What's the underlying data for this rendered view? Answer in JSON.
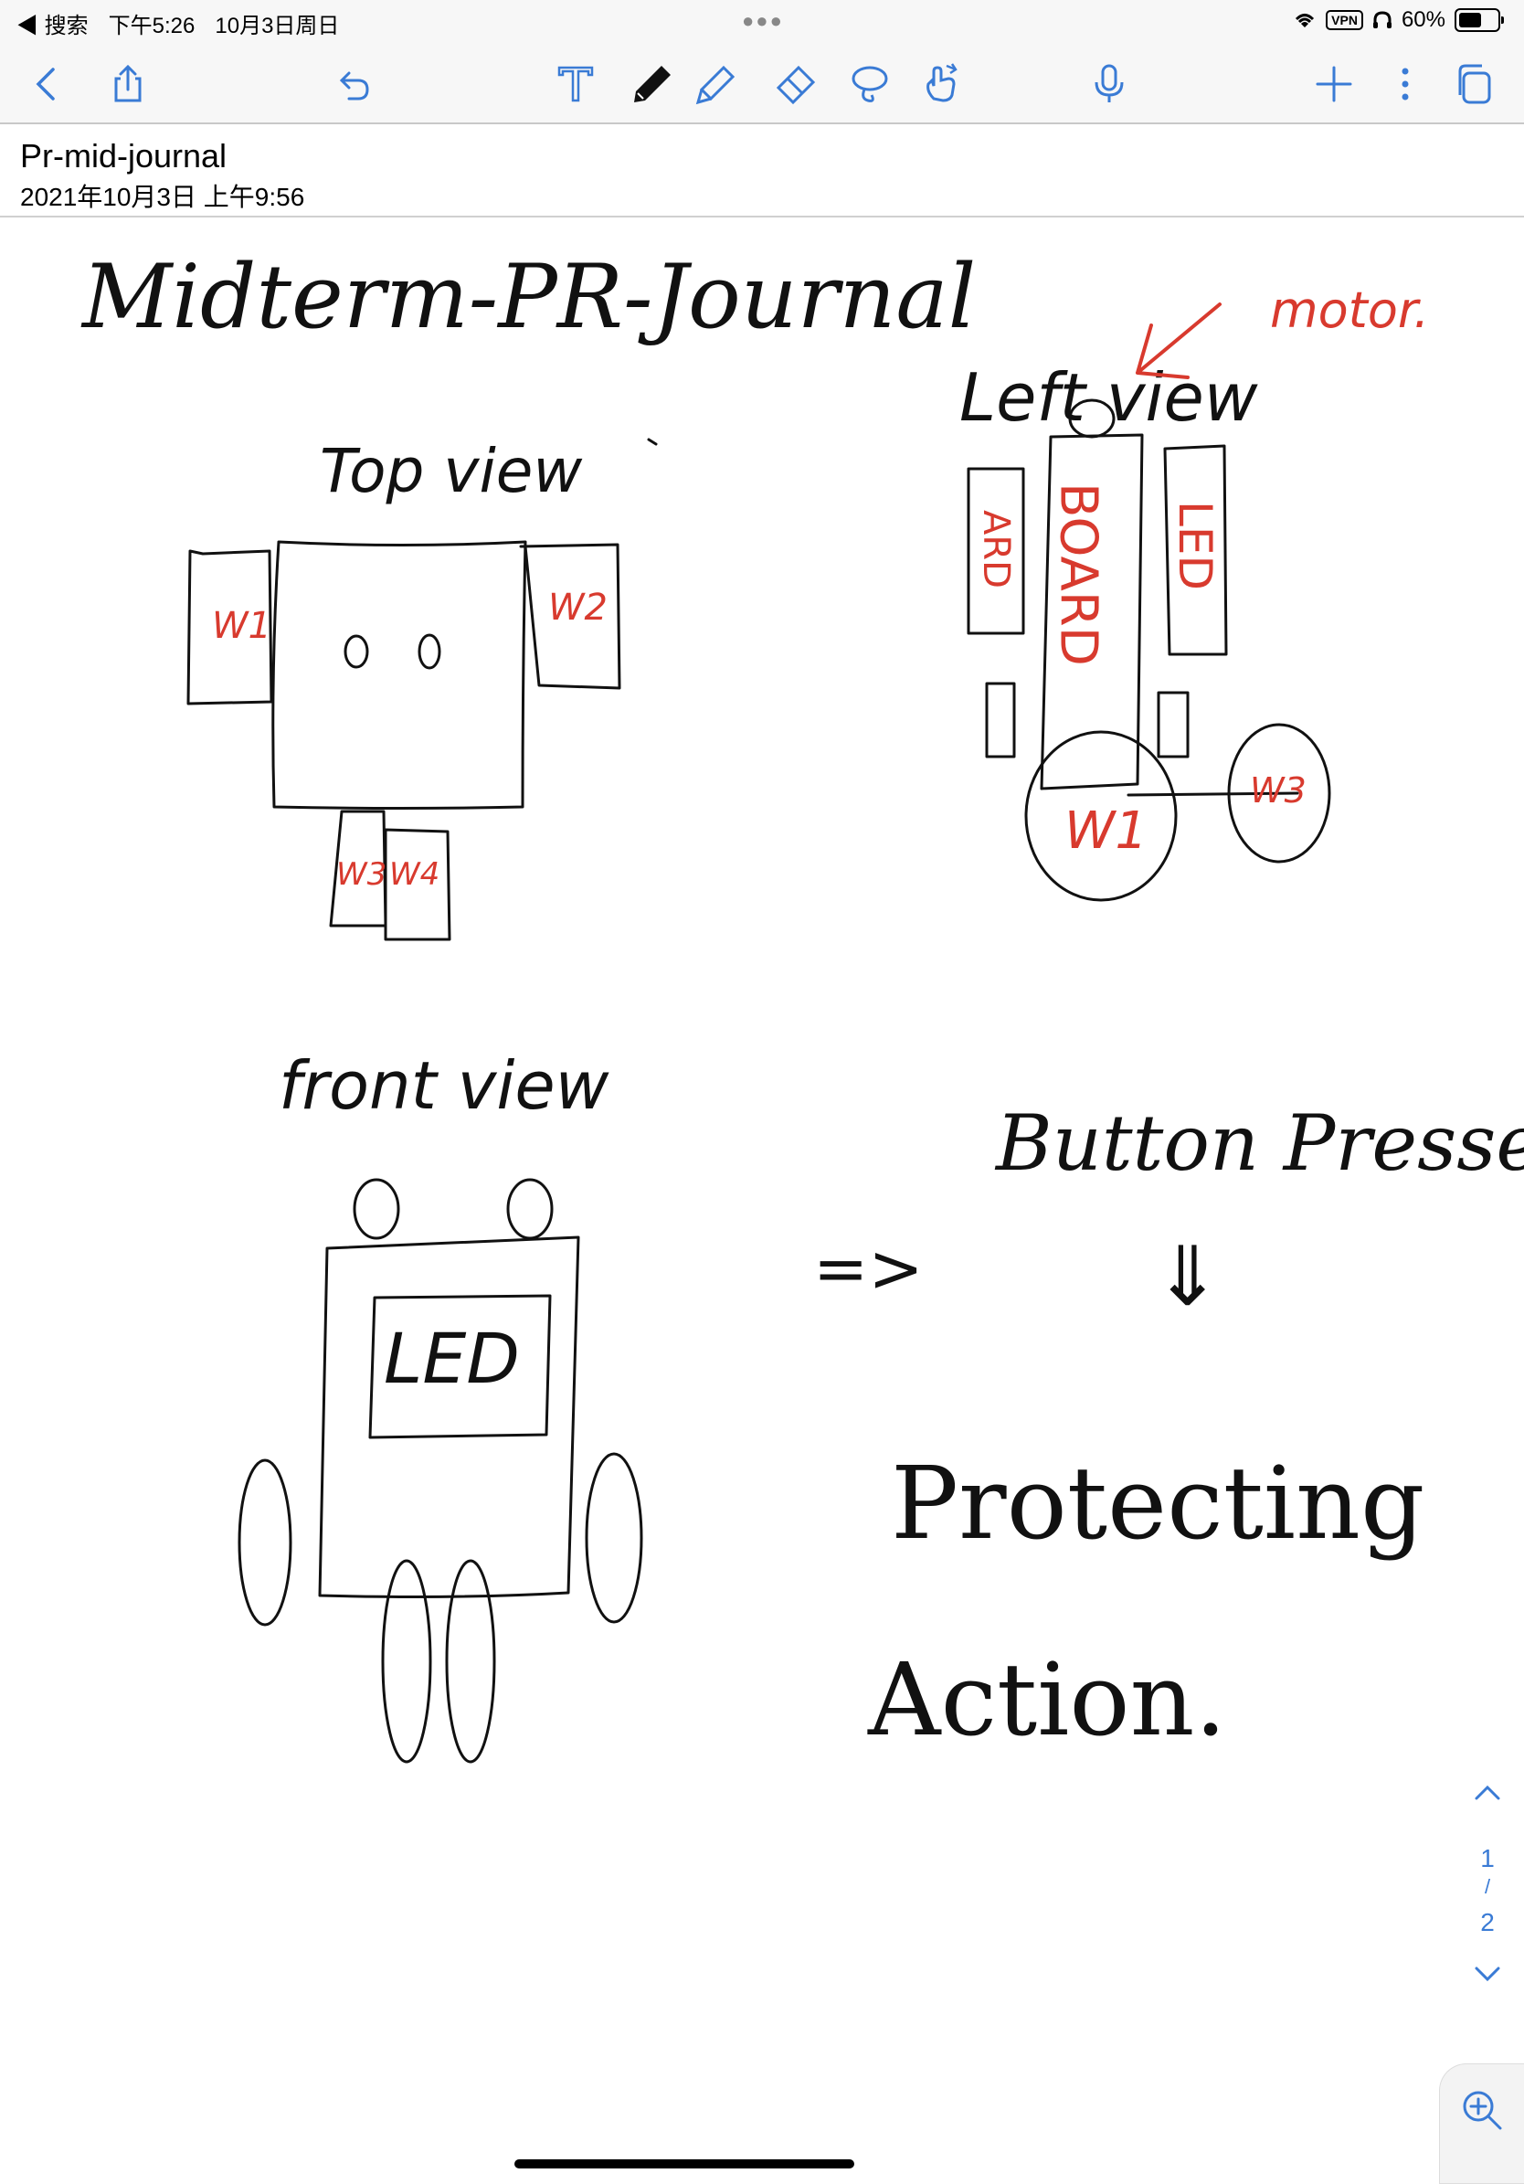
{
  "status_bar": {
    "back_app": "◀ 搜索",
    "time": "下午5:26",
    "date": "10月3日周日",
    "vpn": "VPN",
    "battery_pct": "60%",
    "battery_level": 0.6
  },
  "toolbar": {
    "back_icon": "chevron-left-icon",
    "share_icon": "share-icon",
    "undo_icon": "undo-icon",
    "text_tool_icon": "text-tool-icon",
    "pen_icon": "pen-icon",
    "highlighter_icon": "highlighter-icon",
    "eraser_icon": "eraser-icon",
    "lasso_icon": "lasso-icon",
    "gesture_icon": "hand-gesture-icon",
    "mic_icon": "microphone-icon",
    "add_icon": "plus-icon",
    "more_icon": "more-vertical-icon",
    "pages_icon": "pages-icon",
    "accent": "#3a7bd5"
  },
  "document": {
    "title": "Pr-mid-journal",
    "date": "2021年10月3日 上午9:56"
  },
  "ink": {
    "black": "#111111",
    "red": "#d83a2e",
    "heading": "Midterm-PR-Journal",
    "top_view_label": "Top view",
    "left_view_label": "Left view",
    "motor_label": "motor.",
    "front_view_label": "front view",
    "led_label": "LED",
    "button_label": "Button Pressed",
    "protecting_label": "Protecting",
    "action_label": "Action.",
    "arrow_right": "=>",
    "arrow_down": "⇓",
    "w1": "W1",
    "w2": "W2",
    "w3": "W3",
    "w4": "W4",
    "ard": "ARD",
    "board": "BOARD",
    "led_vertical": "LED"
  },
  "pager": {
    "current": "1",
    "separator": "/",
    "total": "2"
  }
}
